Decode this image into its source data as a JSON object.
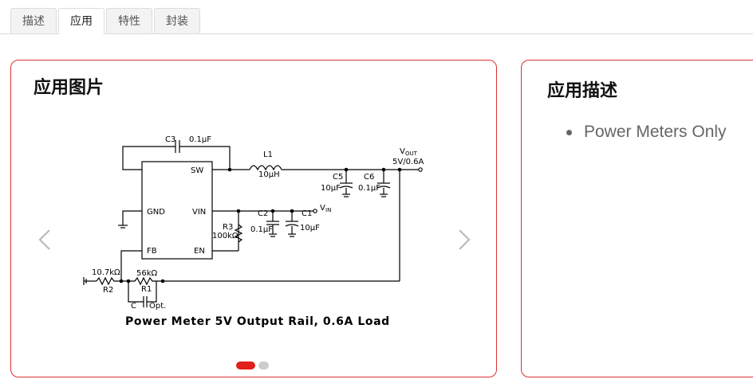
{
  "tabs": [
    {
      "label": "描述",
      "active": false
    },
    {
      "label": "应用",
      "active": true
    },
    {
      "label": "特性",
      "active": false
    },
    {
      "label": "封装",
      "active": false
    }
  ],
  "app_image_card": {
    "title": "应用图片",
    "caption": "Power Meter 5V Output Rail, 0.6A Load",
    "schematic_labels": {
      "c3": "C3",
      "c3_val": "0.1µF",
      "l1": "L1",
      "l1_val": "10µH",
      "vout": "V",
      "vout_sub": "OUT",
      "vout_val": "5V/0.6A",
      "c5": "C5",
      "c5_val": "10µF",
      "c6": "C6",
      "c6_val": "0.1µF",
      "sw": "SW",
      "gnd": "GND",
      "vin": "VIN",
      "fb": "FB",
      "en": "EN",
      "c2": "C2",
      "c2_val": "0.1µF",
      "c1": "C1",
      "c1_val": "10µF",
      "vin_label": "V",
      "vin_sub": "IN",
      "r3": "R3",
      "r3_val": "100kΩ",
      "r2_val": "10.7kΩ",
      "r2": "R2",
      "r1_val": "56kΩ",
      "r1": "R1",
      "c_label": "C",
      "c_opt": "Opt."
    },
    "carousel_dots": 2,
    "active_slide": 1
  },
  "app_desc_card": {
    "title": "应用描述",
    "items": [
      "Power Meters Only"
    ]
  },
  "colors": {
    "accent": "#e0201c",
    "border": "#d9322f",
    "dot_inactive": "#cccccc",
    "arrow": "#bbbbbb"
  }
}
